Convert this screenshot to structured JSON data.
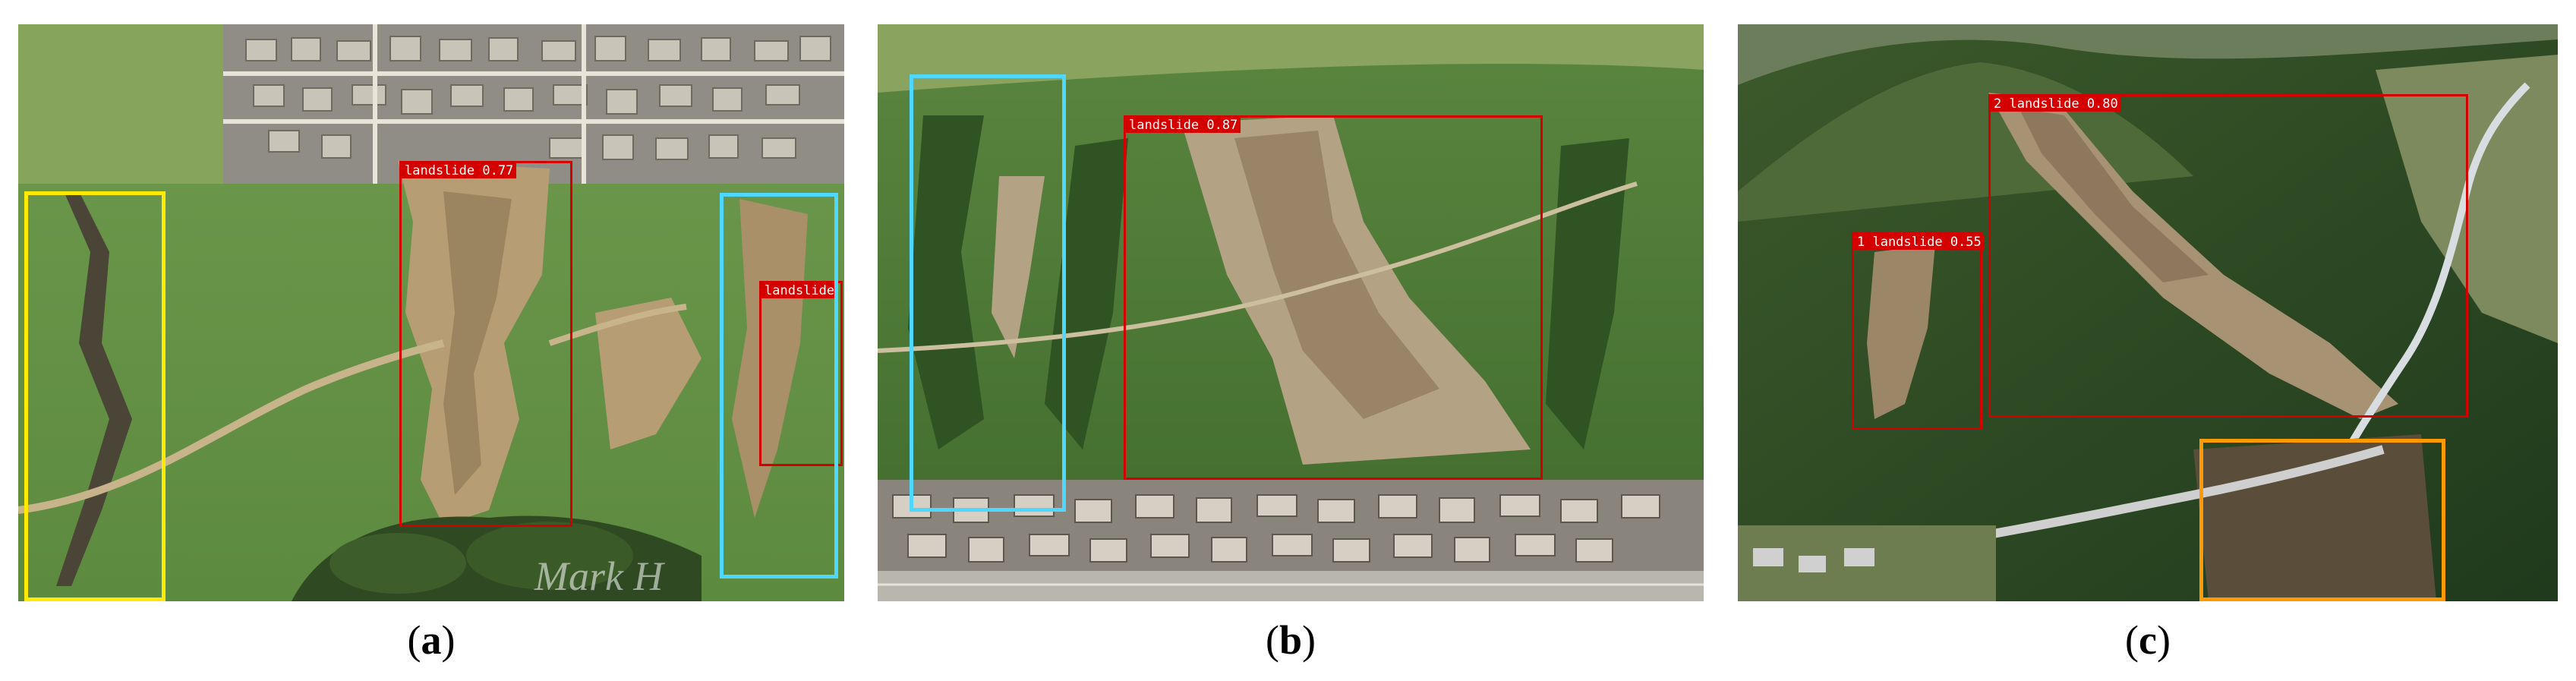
{
  "panels": {
    "a": {
      "caption_open": "(",
      "caption_letter": "a",
      "caption_close": ")",
      "detections": [
        {
          "label": "landslide 0.77",
          "color": "#d40000"
        },
        {
          "label": "landslide",
          "color": "#d40000"
        },
        {
          "label": "",
          "color": "#ffea00"
        },
        {
          "label": "",
          "color": "#4fd8ff"
        }
      ],
      "watermark": "Mark H"
    },
    "b": {
      "caption_open": "(",
      "caption_letter": "b",
      "caption_close": ")",
      "detections": [
        {
          "label": "landslide 0.87",
          "color": "#d40000"
        },
        {
          "label": "",
          "color": "#4fd8ff"
        }
      ]
    },
    "c": {
      "caption_open": "(",
      "caption_letter": "c",
      "caption_close": ")",
      "detections": [
        {
          "label": "2 landslide 0.80",
          "color": "#d40000"
        },
        {
          "label": "1 landslide 0.55",
          "color": "#d40000"
        },
        {
          "label": "",
          "color": "#ff9a00"
        }
      ]
    }
  }
}
